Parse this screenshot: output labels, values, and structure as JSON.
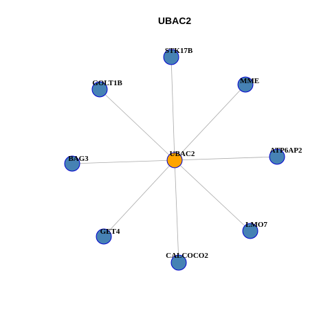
{
  "title": "UBAC2",
  "colors": {
    "hub_fill": "#FFA500",
    "node_fill": "#4682B4",
    "node_stroke": "#0000CD",
    "edge": "#a8a8a8"
  },
  "hub": {
    "label": "UBAC2"
  },
  "nodes": [
    {
      "label": "STK17B"
    },
    {
      "label": "MME"
    },
    {
      "label": "ATP6AP2"
    },
    {
      "label": "LMO7"
    },
    {
      "label": "CALCOCO2"
    },
    {
      "label": "GET4"
    },
    {
      "label": "BAG3"
    },
    {
      "label": "GOLT1B"
    }
  ]
}
